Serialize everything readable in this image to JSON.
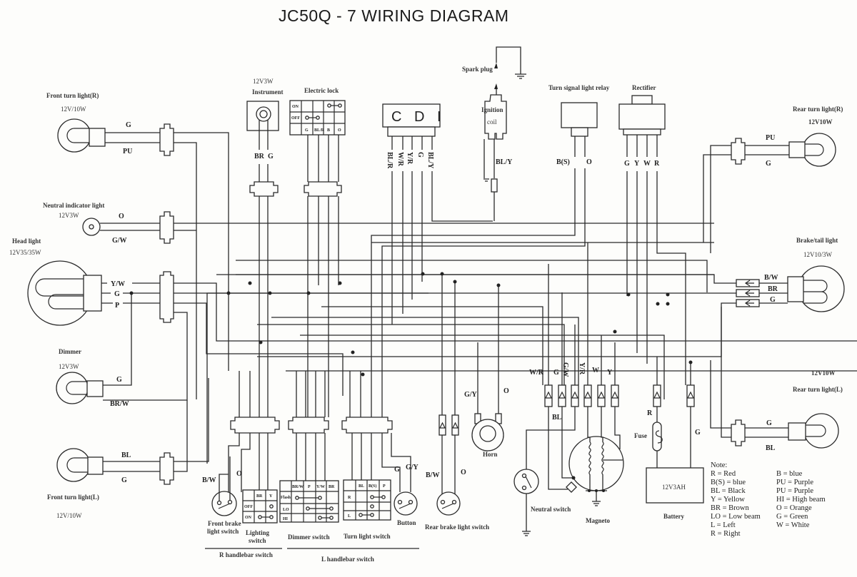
{
  "title": "JC50Q - 7    WIRING    DIAGRAM",
  "components": {
    "front_turn_r": {
      "name": "Front turn light(R)",
      "rating": "12V/10W",
      "wires": [
        "G",
        "PU"
      ]
    },
    "neutral_indicator": {
      "name": "Neutral indicator light",
      "rating": "12V3W",
      "wires": [
        "O",
        "G/W"
      ]
    },
    "head_light": {
      "name": "Head light",
      "rating": "12V35/35W",
      "wires": [
        "Y/W",
        "G",
        "P"
      ]
    },
    "dimmer": {
      "name": "Dimmer",
      "rating": "12V3W",
      "wires": [
        "G",
        "BR/W"
      ]
    },
    "front_turn_l": {
      "name": "Front turn light(L)",
      "rating": "12V/10W",
      "wires": [
        "BL",
        "G"
      ]
    },
    "instrument": {
      "name": "Instrument",
      "rating": "12V3W",
      "wires": [
        "BR",
        "G"
      ]
    },
    "electric_lock": {
      "name": "Electric lock",
      "rows": [
        "ON",
        "OFF",
        ""
      ],
      "cols": [
        "G",
        "BL/R",
        "B",
        "O"
      ]
    },
    "cdi": {
      "name": "C D I",
      "wires": [
        "BL/R",
        "W/R",
        "Y/R",
        "G",
        "BL/Y"
      ]
    },
    "spark_plug": {
      "name": "Spark plug"
    },
    "ignition_coil": {
      "name": "Ignition coil",
      "wires": [
        "BL/Y"
      ]
    },
    "turn_relay": {
      "name": "Turn signal light relay",
      "wires": [
        "B(S)",
        "O"
      ]
    },
    "rectifier": {
      "name": "Rectifier",
      "wires": [
        "G",
        "Y",
        "W",
        "R"
      ]
    },
    "rear_turn_r": {
      "name": "Rear turn light(R)",
      "rating": "12V10W",
      "wires": [
        "PU",
        "G"
      ]
    },
    "brake_tail": {
      "name": "Brake/tail light",
      "rating": "12V10/3W",
      "wires": [
        "B/W",
        "BR",
        "G"
      ]
    },
    "rear_turn_l": {
      "name": "Rear turn light(L)",
      "rating": "12V10W",
      "wires": [
        "G",
        "BL"
      ]
    },
    "front_brake_switch": {
      "name": "Front brake light switch",
      "wires": [
        "B/W",
        "O"
      ]
    },
    "lighting_switch": {
      "name": "Lighting switch",
      "cols": [
        "BR",
        "Y"
      ],
      "rows": [
        "",
        "OFF",
        "ON"
      ]
    },
    "dimmer_switch": {
      "name": "Dimmer switch",
      "cols": [
        "BR/W",
        "P",
        "Y/W",
        "BR"
      ],
      "rows": [
        "Flash",
        "LO",
        "HI"
      ]
    },
    "turn_switch": {
      "name": "Turn light switch",
      "cols": [
        "BL",
        "B(S)",
        "P"
      ],
      "rows": [
        "R",
        "",
        "L"
      ]
    },
    "button": {
      "name": "Button",
      "wires": [
        "G",
        "G/Y"
      ]
    },
    "rear_brake_switch": {
      "name": "Rear brake light switch",
      "wires": [
        "B/W",
        "O"
      ]
    },
    "horn": {
      "name": "Horn",
      "wires": [
        "G/Y",
        "O"
      ]
    },
    "neutral_switch": {
      "name": "Neutral switch"
    },
    "magneto": {
      "name": "Magneto",
      "wires": [
        "W/R",
        "G",
        "G/W",
        "Y/R",
        "W",
        "Y"
      ],
      "extra_wire": "BL"
    },
    "fuse": {
      "name": "Fuse",
      "wire": "R"
    },
    "battery": {
      "name": "Battery",
      "rating": "12V3AH",
      "wires": [
        "R",
        "G"
      ]
    }
  },
  "groups": {
    "r_handlebar": "R handlebar switch",
    "l_handlebar": "L handlebar switch"
  },
  "legend": {
    "heading": "Note:",
    "left": [
      "R = Red",
      "B(S) =  blue",
      "BL = Black",
      "Y = Yellow",
      "BR = Brown",
      "LO = Low beam",
      "L = Left",
      "R = Right"
    ],
    "right": [
      "B = blue",
      "PU = Purple",
      "PU = Purple",
      "HI = High beam",
      "O = Orange",
      "G = Green",
      "W = White"
    ]
  }
}
